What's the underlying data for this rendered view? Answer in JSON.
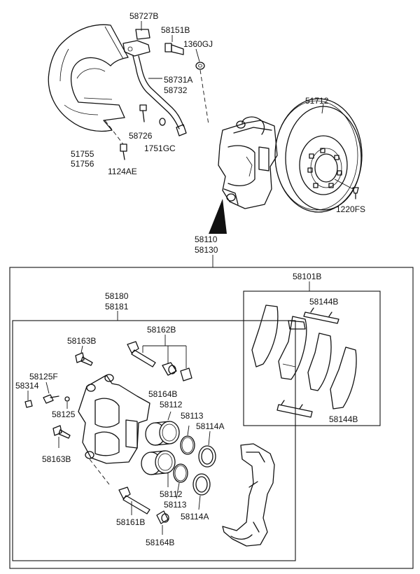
{
  "labels": {
    "l58727B": "58727B",
    "l58151B": "58151B",
    "l1360GJ": "1360GJ",
    "l58731A": "58731A",
    "l58732": "58732",
    "l51712": "51712",
    "l58726": "58726",
    "l1751GC": "1751GC",
    "l51755": "51755",
    "l51756": "51756",
    "l1124AE": "1124AE",
    "l1220FS": "1220FS",
    "l58110": "58110",
    "l58130": "58130",
    "l58101B": "58101B",
    "l58144B_top": "58144B",
    "l58144B_bot": "58144B",
    "l58180": "58180",
    "l58181": "58181",
    "l58162B": "58162B",
    "l58163B_top": "58163B",
    "l58125F": "58125F",
    "l58314": "58314",
    "l58164B_top": "58164B",
    "l58112_top": "58112",
    "l58125": "58125",
    "l58113_top": "58113",
    "l58114A_top": "58114A",
    "l58163B_bot": "58163B",
    "l58112_bot": "58112",
    "l58113_bot": "58113",
    "l58114A_bot": "58114A",
    "l58161B": "58161B",
    "l58164B_bot": "58164B"
  }
}
